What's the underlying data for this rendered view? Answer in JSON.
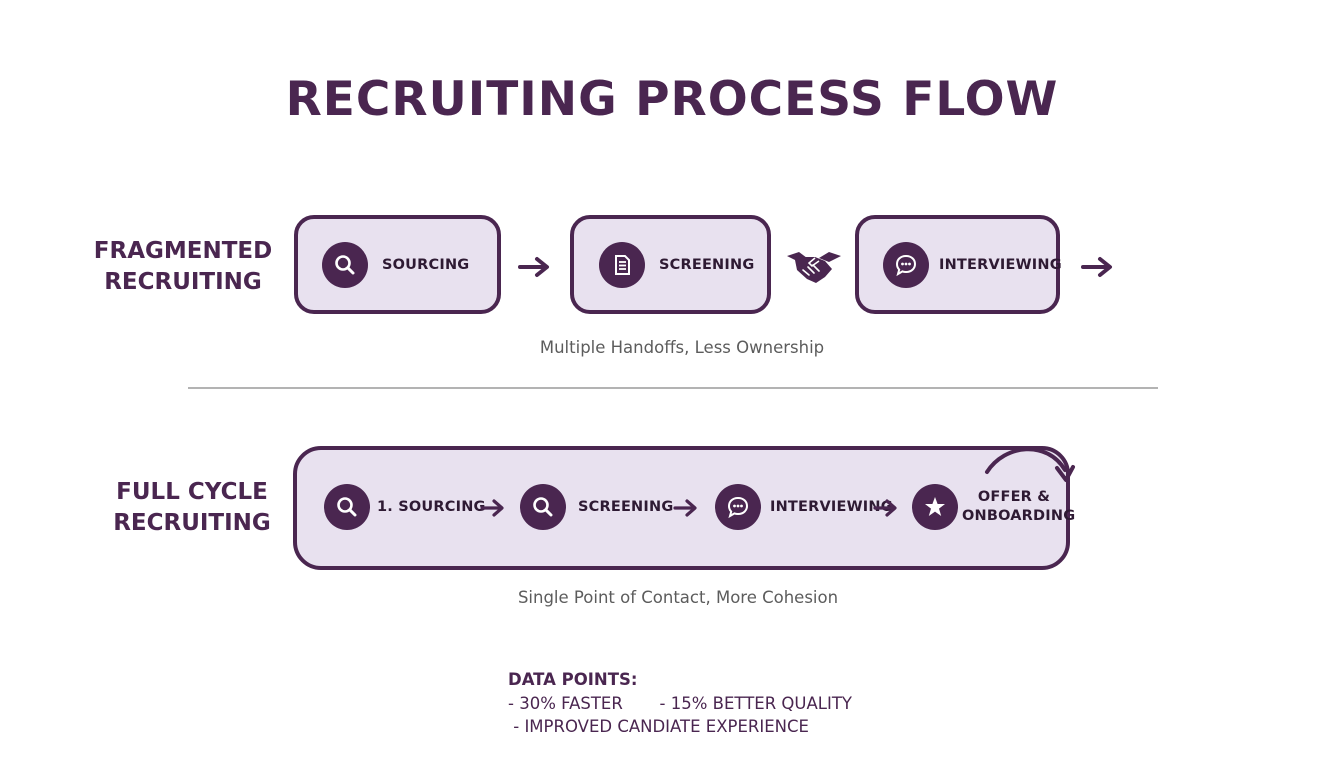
{
  "title": "RECRUITING PROCESS FLOW",
  "fragmented": {
    "label_line1": "FRAGMENTED",
    "label_line2": "RECRUITING",
    "steps": [
      {
        "label": "SOURCING",
        "icon": "search-icon"
      },
      {
        "label": "SCREENING",
        "icon": "document-icon"
      },
      {
        "label": "INTERVIEWING",
        "icon": "chat-bubble-icon"
      }
    ],
    "connectors": [
      "arrow-right-icon",
      "handshake-icon",
      "arrow-right-icon"
    ],
    "caption": "Multiple Handoffs, Less Ownership"
  },
  "full_cycle": {
    "label_line1": "FULL CYCLE",
    "label_line2": "RECRUITING",
    "steps": [
      {
        "label": "1. SOURCING",
        "icon": "search-icon"
      },
      {
        "label": "SCREENING",
        "icon": "search-icon"
      },
      {
        "label": "INTERVIEWING",
        "icon": "chat-bubble-icon"
      },
      {
        "label": "OFFER & ONBOARDING",
        "icon": "star-icon"
      }
    ],
    "caption": "Single Point of Contact, More Cohesion"
  },
  "data_points": {
    "header": "DATA POINTS:",
    "line1": "- 30% FASTER       - 15% BETTER QUALITY",
    "line2": " - IMPROVED CANDIATE EXPERIENCE"
  },
  "colors": {
    "primary": "#4a2650",
    "box_fill": "#e8e1ef",
    "caption_text": "#5c5c5c",
    "divider": "#b3b3b3"
  }
}
